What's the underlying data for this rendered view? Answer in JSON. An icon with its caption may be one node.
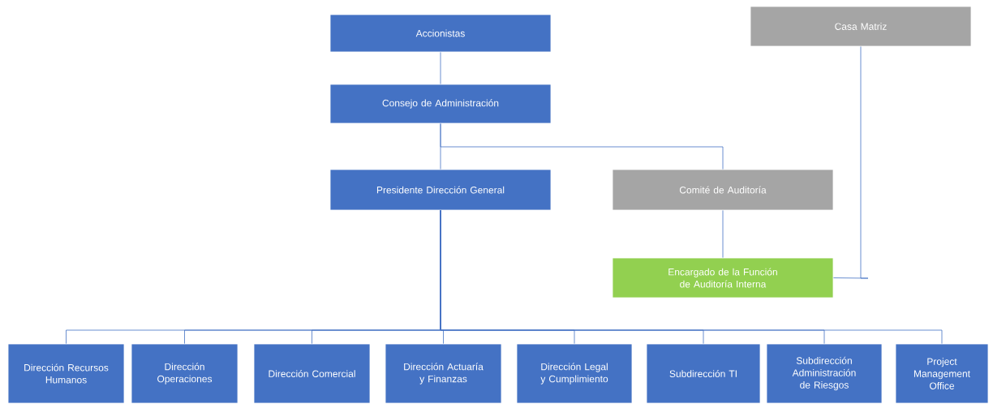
{
  "diagram": {
    "nodes": [
      {
        "text": [
          "Accionistas"
        ]
      },
      {
        "text": [
          "Casa Matriz"
        ]
      },
      {
        "text": [
          "Consejo de Administración"
        ]
      },
      {
        "text": [
          "Presidente Dirección General"
        ]
      },
      {
        "text": [
          "Comité de Auditoría"
        ]
      },
      {
        "text": [
          "Encargado de la Función de Auditoría Interna"
        ]
      },
      {
        "text": [
          "Dirección Recursos Humanos"
        ]
      },
      {
        "text": [
          "Dirección Operaciones"
        ]
      },
      {
        "text": [
          "Dirección Comercial"
        ]
      },
      {
        "text": [
          "Dirección Actuaría y Finanzas"
        ]
      },
      {
        "text": [
          "Dirección Legal y Cumplimiento"
        ]
      },
      {
        "text": [
          "Subdirección TI"
        ]
      },
      {
        "text": [
          "Subdirección Administración de Riesgos"
        ]
      },
      {
        "text": [
          "Project Management Office"
        ]
      }
    ],
    "edges": [
      {
        "from": 0,
        "to": 2,
        "arrow": "none"
      },
      {
        "from": 2,
        "to": 3,
        "arrow": "none"
      },
      {
        "from": 2,
        "to": 4,
        "arrow": "none"
      },
      {
        "from": 4,
        "to": 5,
        "arrow": "none"
      },
      {
        "from": 1,
        "to": 5,
        "arrow": "none"
      },
      {
        "from": 3,
        "to": 6,
        "arrow": "none"
      },
      {
        "from": 3,
        "to": 7,
        "arrow": "none"
      },
      {
        "from": 3,
        "to": 8,
        "arrow": "none"
      },
      {
        "from": 3,
        "to": 9,
        "arrow": "none"
      },
      {
        "from": 3,
        "to": 10,
        "arrow": "none"
      },
      {
        "from": 3,
        "to": 11,
        "arrow": "none"
      },
      {
        "from": 3,
        "to": 12,
        "arrow": "none"
      },
      {
        "from": 3,
        "to": 13,
        "arrow": "none"
      }
    ]
  }
}
